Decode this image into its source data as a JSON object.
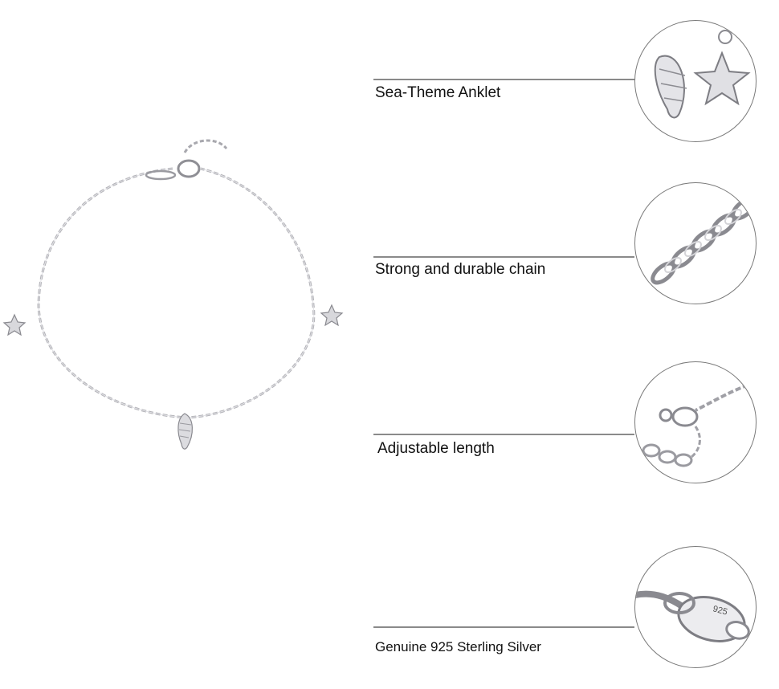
{
  "features": [
    {
      "label": "Sea-Theme Anklet",
      "detail_icon": "shell-starfish-icon"
    },
    {
      "label": "Strong and durable chain",
      "detail_icon": "chain-links-icon"
    },
    {
      "label": "Adjustable length",
      "detail_icon": "clasp-extender-icon"
    },
    {
      "label": "Genuine 925 Sterling Silver",
      "detail_icon": "silver-tag-icon",
      "tag_text": "925"
    }
  ],
  "colors": {
    "line": "#8a8a8a",
    "silver": "#9a9aa0",
    "text": "#111111"
  }
}
